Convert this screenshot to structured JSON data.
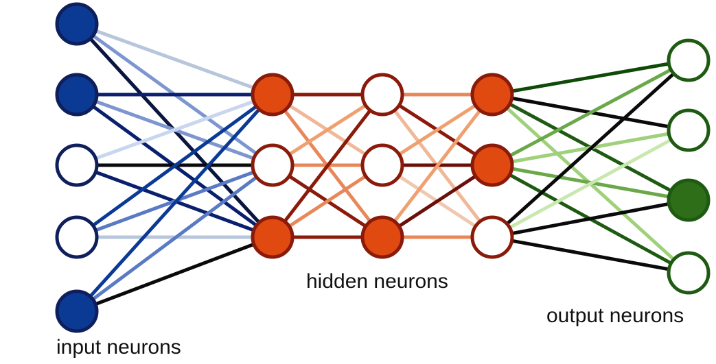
{
  "labels": {
    "input": "input neurons",
    "hidden": "hidden neurons",
    "output": "output neurons"
  },
  "colors": {
    "input_stroke": "#0f1f5c",
    "input_fill": "#0a3a94",
    "hidden_stroke": "#8a1a0a",
    "hidden_fill": "#e04a10",
    "output_stroke": "#1f5a12",
    "output_fill": "#2e6e18",
    "empty_fill": "#ffffff"
  },
  "layers": [
    {
      "name": "input",
      "nodes": [
        true,
        true,
        false,
        false,
        true
      ]
    },
    {
      "name": "hidden1",
      "nodes": [
        true,
        false,
        true
      ]
    },
    {
      "name": "hidden2",
      "nodes": [
        false,
        false,
        true
      ]
    },
    {
      "name": "hidden3",
      "nodes": [
        true,
        true,
        false
      ]
    },
    {
      "name": "output",
      "nodes": [
        false,
        false,
        true,
        false
      ]
    }
  ],
  "connections": [
    [
      [
        "#b8c6dc",
        "#0a1640",
        "#7d96d0",
        "#0a1640"
      ],
      [
        "#0a1f6e",
        "#7d96d0",
        "#5a7ac4",
        "#0a1f6e"
      ],
      [
        "#c8d6f0",
        "#0a0a0a",
        "#7d96d0",
        "#0a1f6e"
      ],
      [
        "#0a3a94",
        "#5a7ac4",
        "#b8c6dc"
      ],
      [
        "#0a3a94",
        "#5a7ac4",
        "#0a0a0a"
      ]
    ],
    [
      [
        "#8a1a0a",
        "#f0b898",
        "#e8885a"
      ],
      [
        "#f0a070",
        "#e8885a",
        "#8a1a0a"
      ],
      [
        "#8a1a0a",
        "#e8885a",
        "#8a1a0a"
      ]
    ],
    [
      [
        "#e8885a",
        "#8a1a0a",
        "#f0b898"
      ],
      [
        "#f0a070",
        "#6a1008",
        "#f0c8b0"
      ],
      [
        "#f0a070",
        "#6a1008",
        "#e8885a"
      ]
    ],
    [
      [
        "#0f4a08",
        "#0a0a0a",
        "#1f5a12",
        "#9fd07a"
      ],
      [
        "#6aa84a",
        "#9fd07a",
        "#6aa84a",
        "#1f5a12"
      ],
      [
        "#0a0a0a",
        "#c8e8b0",
        "#0a0a0a",
        "#0a0a0a"
      ]
    ]
  ]
}
